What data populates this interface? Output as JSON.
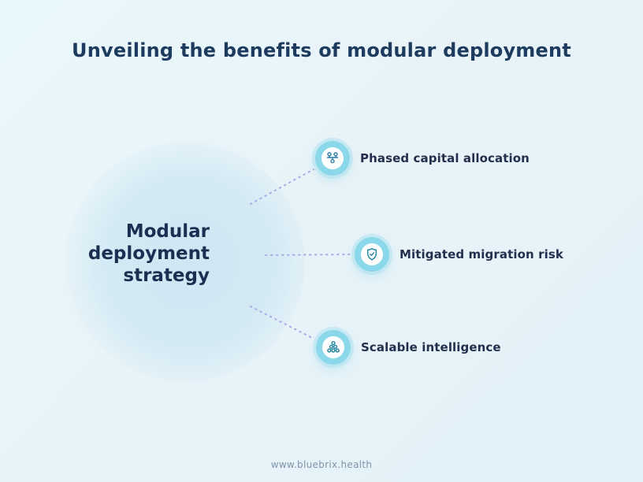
{
  "title": "Unveiling the benefits of modular deployment",
  "center": {
    "label": "Modular deployment strategy",
    "lines": [
      "Modular",
      "deployment",
      "strategy"
    ]
  },
  "benefits": [
    {
      "label": "Phased capital allocation",
      "icon": "org-branch-icon"
    },
    {
      "label": "Mitigated migration risk",
      "icon": "shield-check-icon"
    },
    {
      "label": "Scalable intelligence",
      "icon": "cluster-nodes-icon"
    }
  ],
  "footer": {
    "url": "www.bluebrix.health"
  },
  "colors": {
    "background": "#e8f3f8",
    "title_text": "#1d3b5e",
    "center_text": "#1c2f52",
    "label_text": "#22304d",
    "ring": "#8ad8ea",
    "connector": "#a9abe9",
    "icon_blue": "#2e7cab",
    "icon_teal": "#1f86a1",
    "footer_text": "#7e95a9",
    "bg_circle": "#cee7f3"
  }
}
